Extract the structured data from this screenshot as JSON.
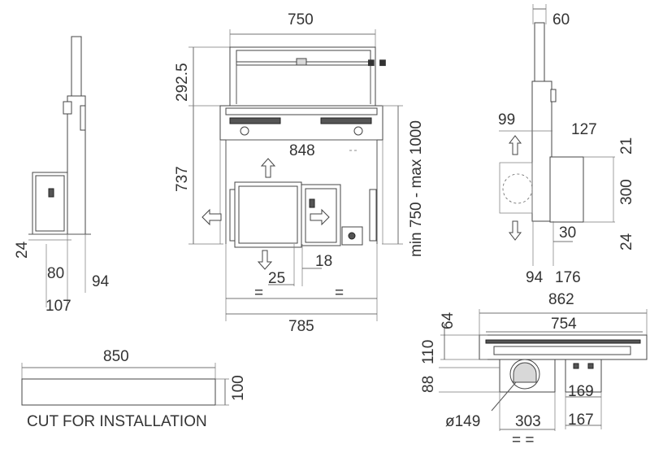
{
  "dims": {
    "w750": "750",
    "h292": "292.5",
    "h737": "737",
    "w848": "848",
    "minmax": "min 750 - max 1000",
    "d25": "25",
    "d18": "18",
    "eq1": "=",
    "eq2": "=",
    "w785": "785",
    "d60": "60",
    "d99": "99",
    "d127": "127",
    "d21": "21",
    "d300": "300",
    "d30": "30",
    "d24r": "24",
    "d94r": "94",
    "d176": "176",
    "d24l": "24",
    "d80": "80",
    "d94l": "94",
    "d107": "107",
    "w862": "862",
    "w754": "754",
    "d64": "64",
    "d110": "110",
    "d88": "88",
    "d169": "169",
    "d167": "167",
    "dia149": "ø149",
    "d303": "303",
    "eq3": "= =",
    "w850": "850",
    "h100": "100",
    "cut": "CUT FOR INSTALLATION"
  }
}
